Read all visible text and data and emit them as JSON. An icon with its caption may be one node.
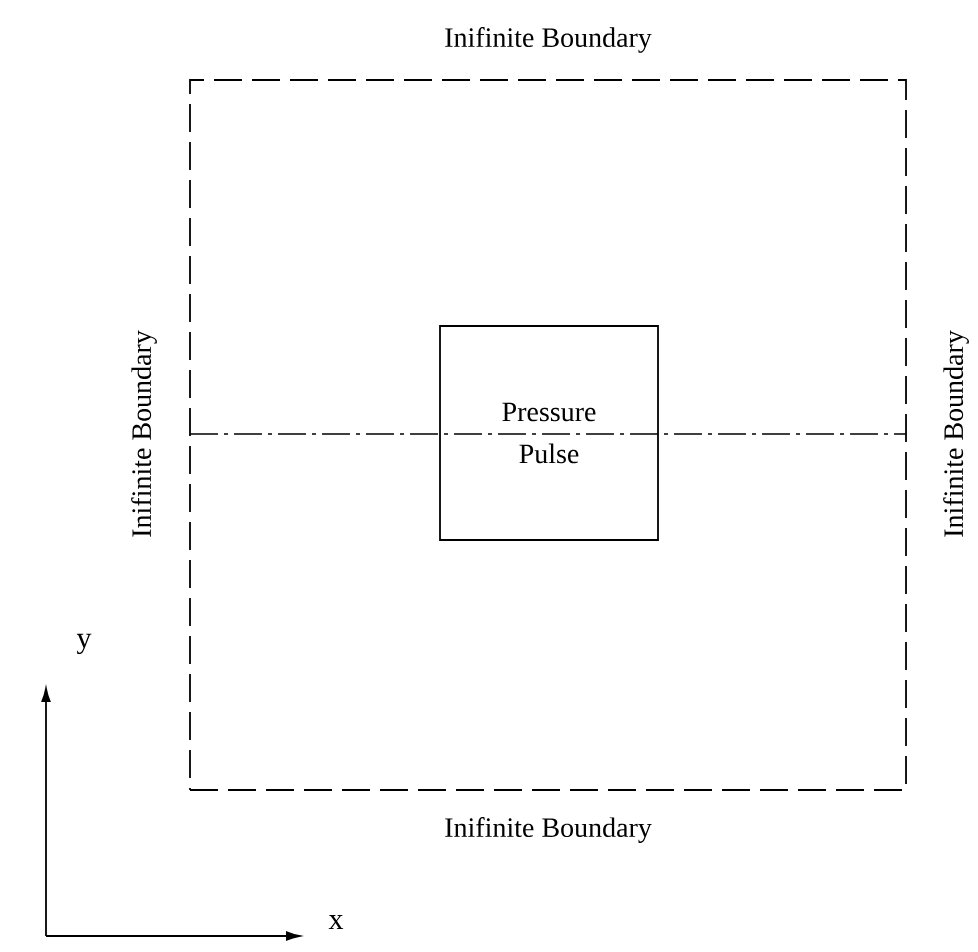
{
  "diagram": {
    "nodes": [
      {
        "text": [],
        "shape": "box",
        "beside": [
          "Inifinite Boundary",
          "Inifinite Boundary",
          "Inifinite Boundary",
          "Inifinite Boundary"
        ]
      },
      {
        "text": [
          "Pressure Pulse"
        ],
        "in": 0
      }
    ],
    "labels": [
      "y",
      "x"
    ]
  }
}
